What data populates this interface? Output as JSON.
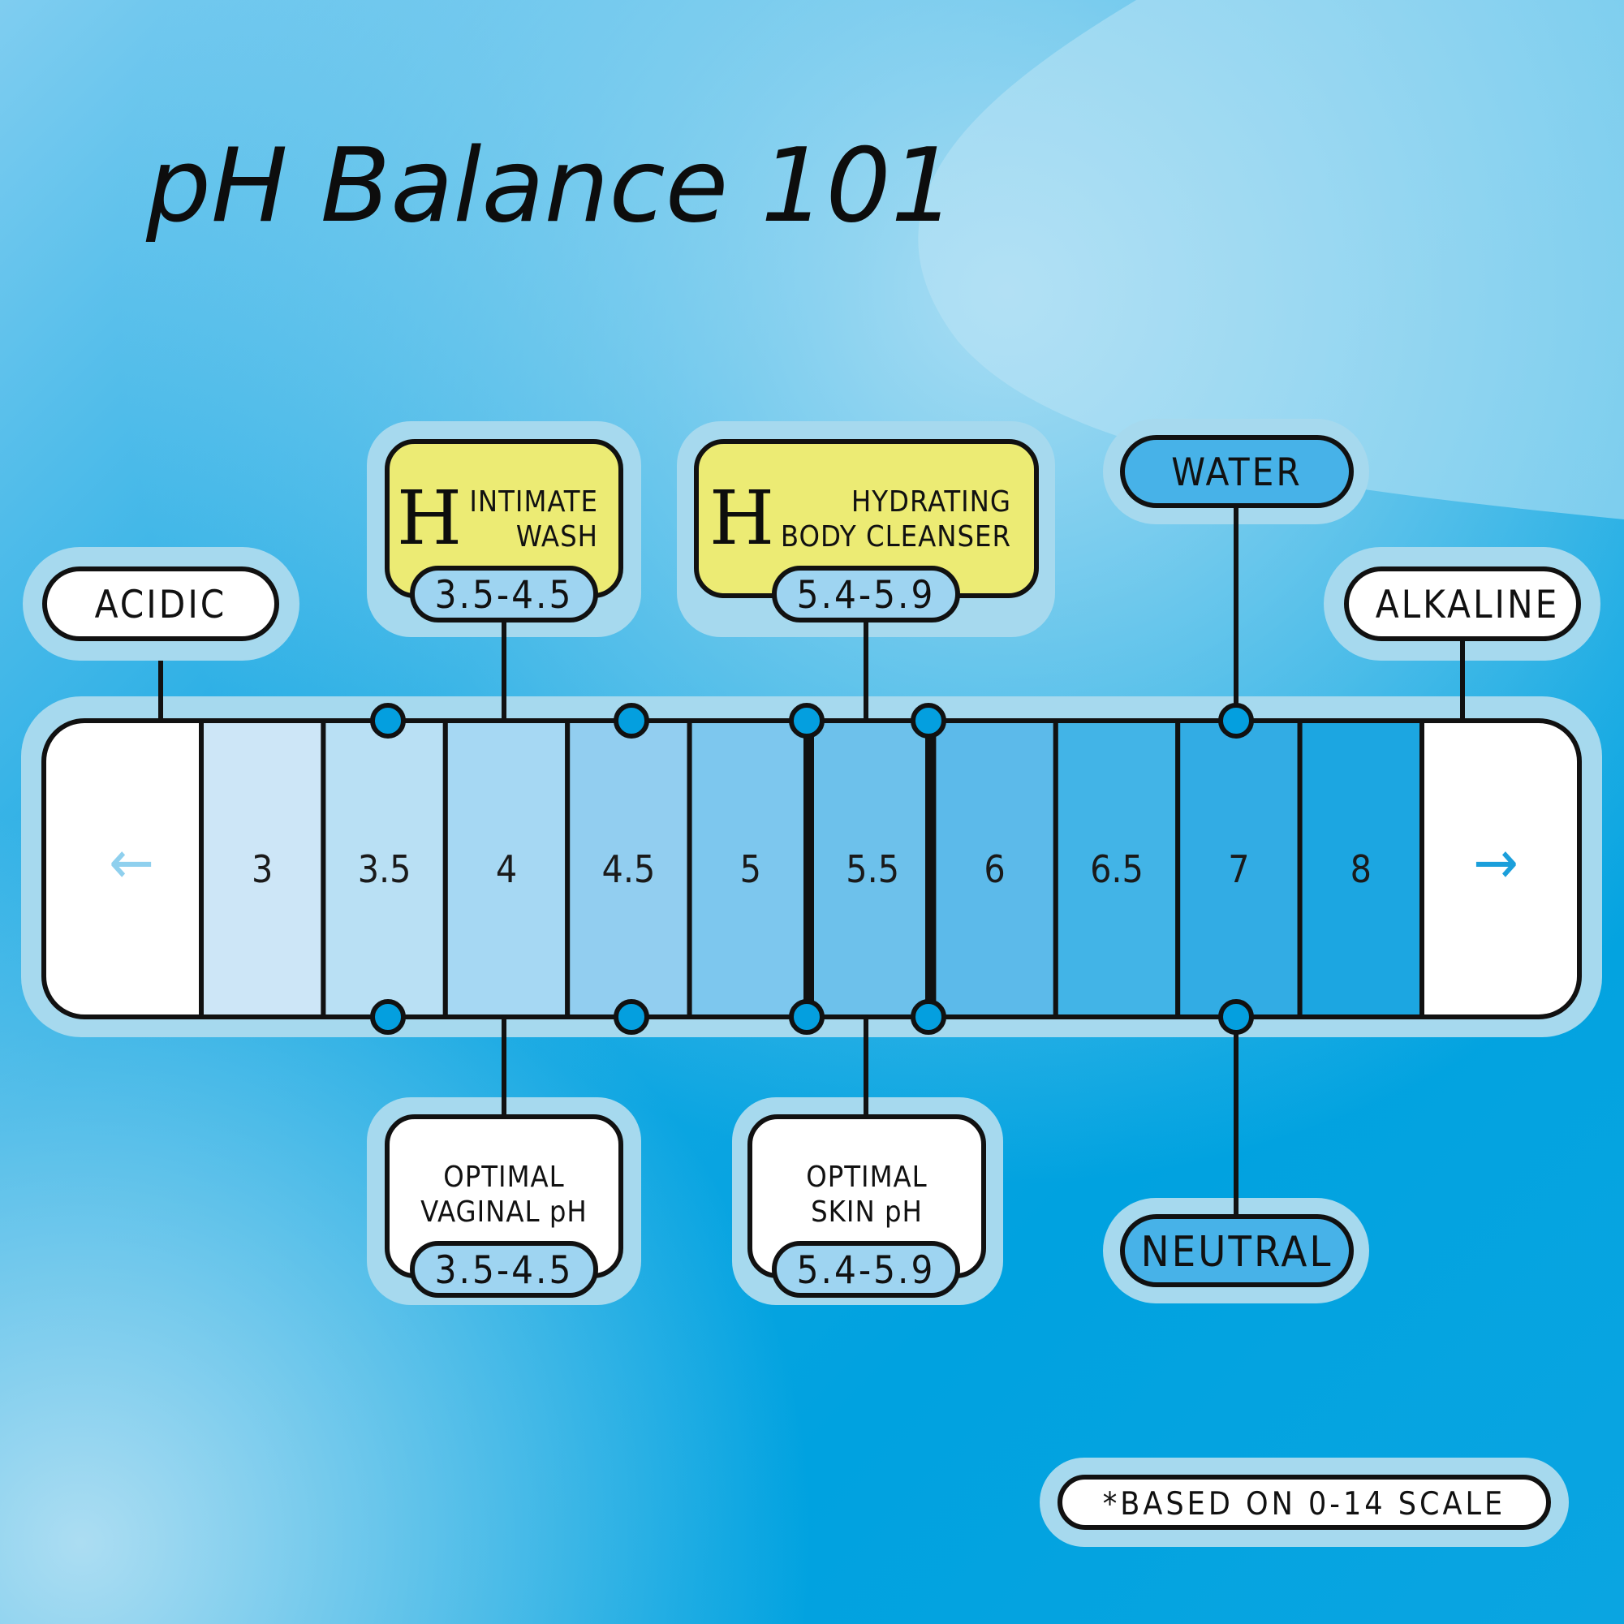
{
  "title": "pH Balance 101",
  "colors": {
    "background": "#00a2e0",
    "halo": "#a6d9ee",
    "product_box": "#eceb74",
    "range_pill": "#9ed4f1",
    "water_pill": "#47b2e8",
    "dot": "#049fdf",
    "ink": "#111111",
    "arrow_left": "#8fd0ee",
    "arrow_right": "#1b9fdb"
  },
  "end_labels": {
    "acidic": "ACIDIC",
    "alkaline": "ALKALINE"
  },
  "scale": {
    "arrow_left": "←",
    "arrow_right": "→",
    "cells": [
      {
        "label": "3",
        "color": "#cde6f7"
      },
      {
        "label": "3.5",
        "color": "#b9e0f4"
      },
      {
        "label": "4",
        "color": "#a6d8f3"
      },
      {
        "label": "4.5",
        "color": "#92cef0"
      },
      {
        "label": "5",
        "color": "#7dc7ee"
      },
      {
        "label": "5.5",
        "color": "#6dc1eb"
      },
      {
        "label": "6",
        "color": "#5cbaea"
      },
      {
        "label": "6.5",
        "color": "#42b4e7"
      },
      {
        "label": "7",
        "color": "#32ace4"
      },
      {
        "label": "8",
        "color": "#1ca6e1"
      }
    ]
  },
  "products": [
    {
      "logo": "H",
      "line1": "INTIMATE",
      "line2": "WASH",
      "range": "3.5-4.5"
    },
    {
      "logo": "H",
      "line1": "HYDRATING",
      "line2": "BODY CLEANSER",
      "range": "5.4-5.9"
    }
  ],
  "water": "WATER",
  "optimal": [
    {
      "line1": "OPTIMAL",
      "line2": "VAGINAL pH",
      "range": "3.5-4.5"
    },
    {
      "line1": "OPTIMAL",
      "line2": "SKIN pH",
      "range": "5.4-5.9"
    }
  ],
  "neutral": "NEUTRAL",
  "note": "*BASED ON 0-14 SCALE"
}
